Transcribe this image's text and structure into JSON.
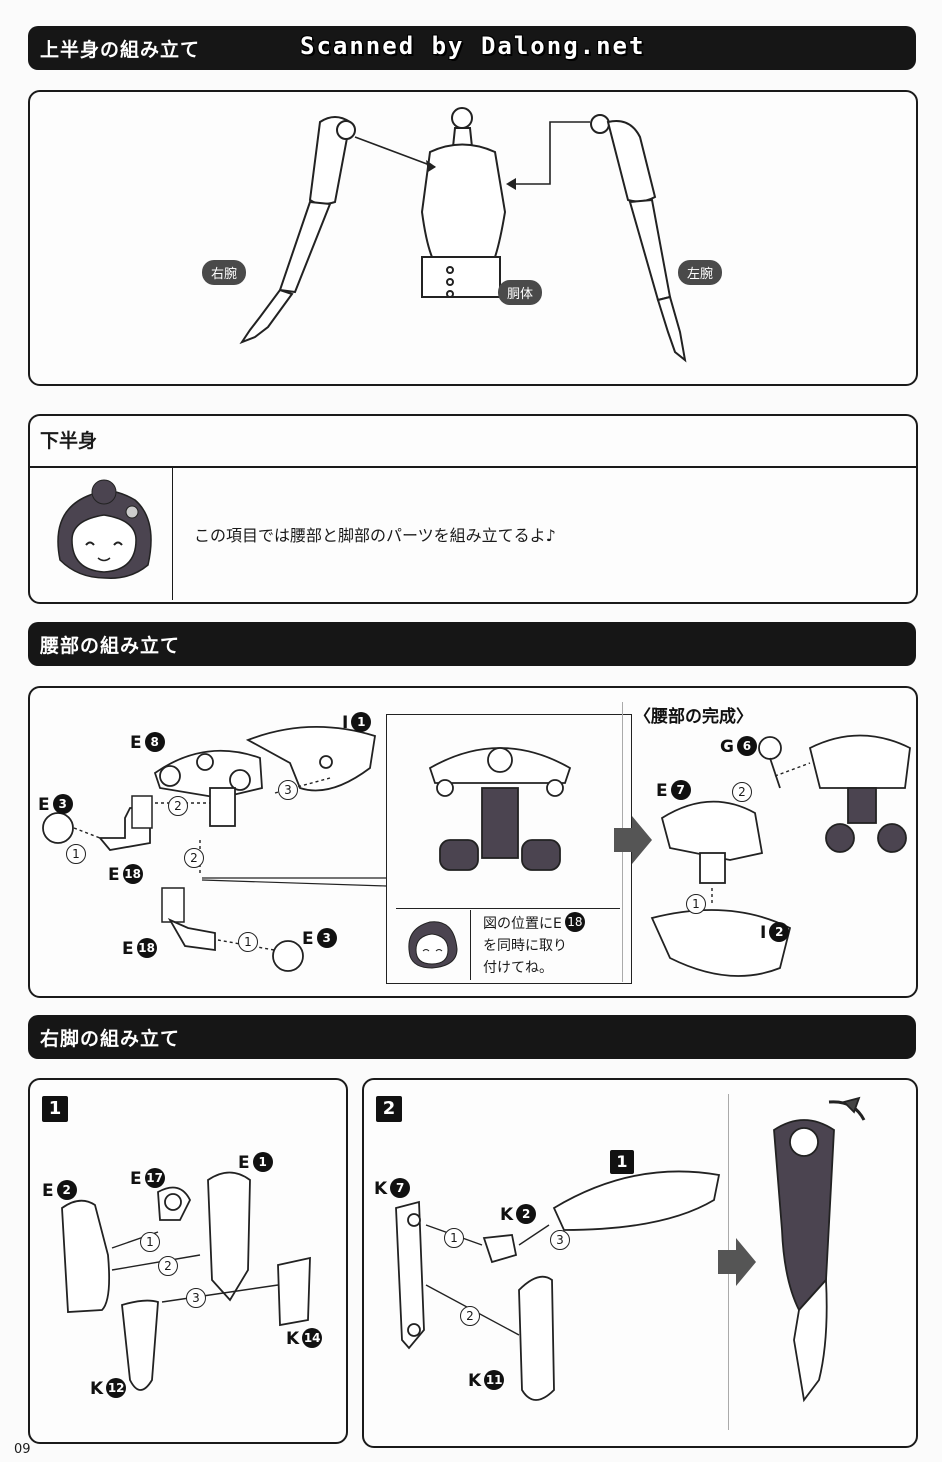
{
  "watermark": "Scanned by Dalong.net",
  "page_number": "09",
  "sections": {
    "upper_body": {
      "title": "上半身の組み立て",
      "labels": {
        "right_arm": "右腕",
        "torso": "胴体",
        "left_arm": "左腕"
      }
    },
    "lower_body": {
      "title": "下半身",
      "message": "この項目では腰部と脚部のパーツを組み立てるよ♪"
    },
    "waist": {
      "title": "腰部の組み立て",
      "complete_label": "〈腰部の完成〉",
      "note": [
        "図の位置にE",
        "を同時に取り",
        "付けてね。"
      ],
      "note_part_num": "18",
      "parts": [
        {
          "letter": "E",
          "num": "8"
        },
        {
          "letter": "I",
          "num": "1"
        },
        {
          "letter": "E",
          "num": "3"
        },
        {
          "letter": "E",
          "num": "18"
        },
        {
          "letter": "E",
          "num": "18"
        },
        {
          "letter": "E",
          "num": "3"
        },
        {
          "letter": "G",
          "num": "6"
        },
        {
          "letter": "E",
          "num": "7"
        },
        {
          "letter": "I",
          "num": "2"
        }
      ],
      "steps": [
        "1",
        "2",
        "3",
        "2",
        "1",
        "2",
        "1"
      ]
    },
    "right_leg": {
      "title": "右脚の組み立て",
      "step1": {
        "number": "1",
        "parts": [
          {
            "letter": "E",
            "num": "17"
          },
          {
            "letter": "E",
            "num": "1"
          },
          {
            "letter": "E",
            "num": "2"
          },
          {
            "letter": "K",
            "num": "14"
          },
          {
            "letter": "K",
            "num": "12"
          }
        ],
        "steps": [
          "1",
          "2",
          "3"
        ]
      },
      "step2": {
        "number": "2",
        "ref": "1",
        "parts": [
          {
            "letter": "K",
            "num": "7"
          },
          {
            "letter": "K",
            "num": "2"
          },
          {
            "letter": "K",
            "num": "11"
          }
        ],
        "steps": [
          "1",
          "3",
          "2"
        ]
      }
    }
  },
  "colors": {
    "bar": "#161616",
    "tag": "#4a4a4a",
    "part_fill": "#4b4450",
    "arrow": "#555555"
  }
}
